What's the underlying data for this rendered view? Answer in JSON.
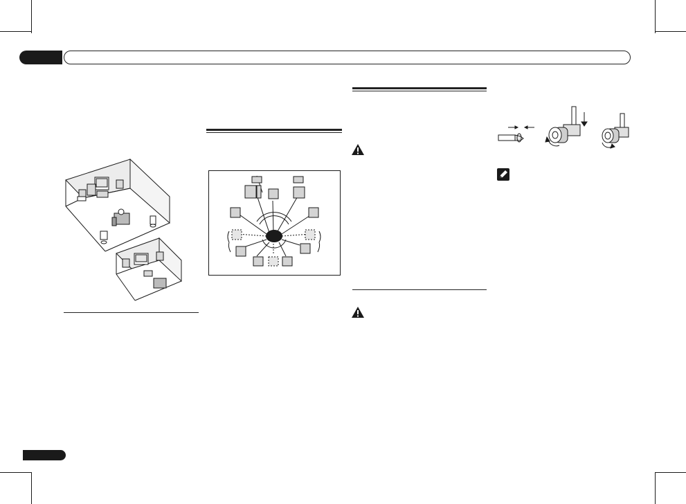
{
  "page": {
    "chapter_tab": "",
    "header_text": "",
    "page_number": ""
  },
  "figures": [
    {
      "name": "room-speaker-layout-figure",
      "kind": "illustration"
    },
    {
      "name": "speaker-placement-diagram",
      "kind": "diagram"
    },
    {
      "name": "wire-connection-steps-figure",
      "kind": "illustration"
    }
  ],
  "icons": {
    "warning_1": "warning-triangle-icon",
    "warning_2": "warning-triangle-icon",
    "note": "note-pencil-icon"
  },
  "colors": {
    "ink": "#1a1a1a",
    "speaker_fill": "#d9d9d9",
    "wall_shade": "#dcdcdc"
  }
}
